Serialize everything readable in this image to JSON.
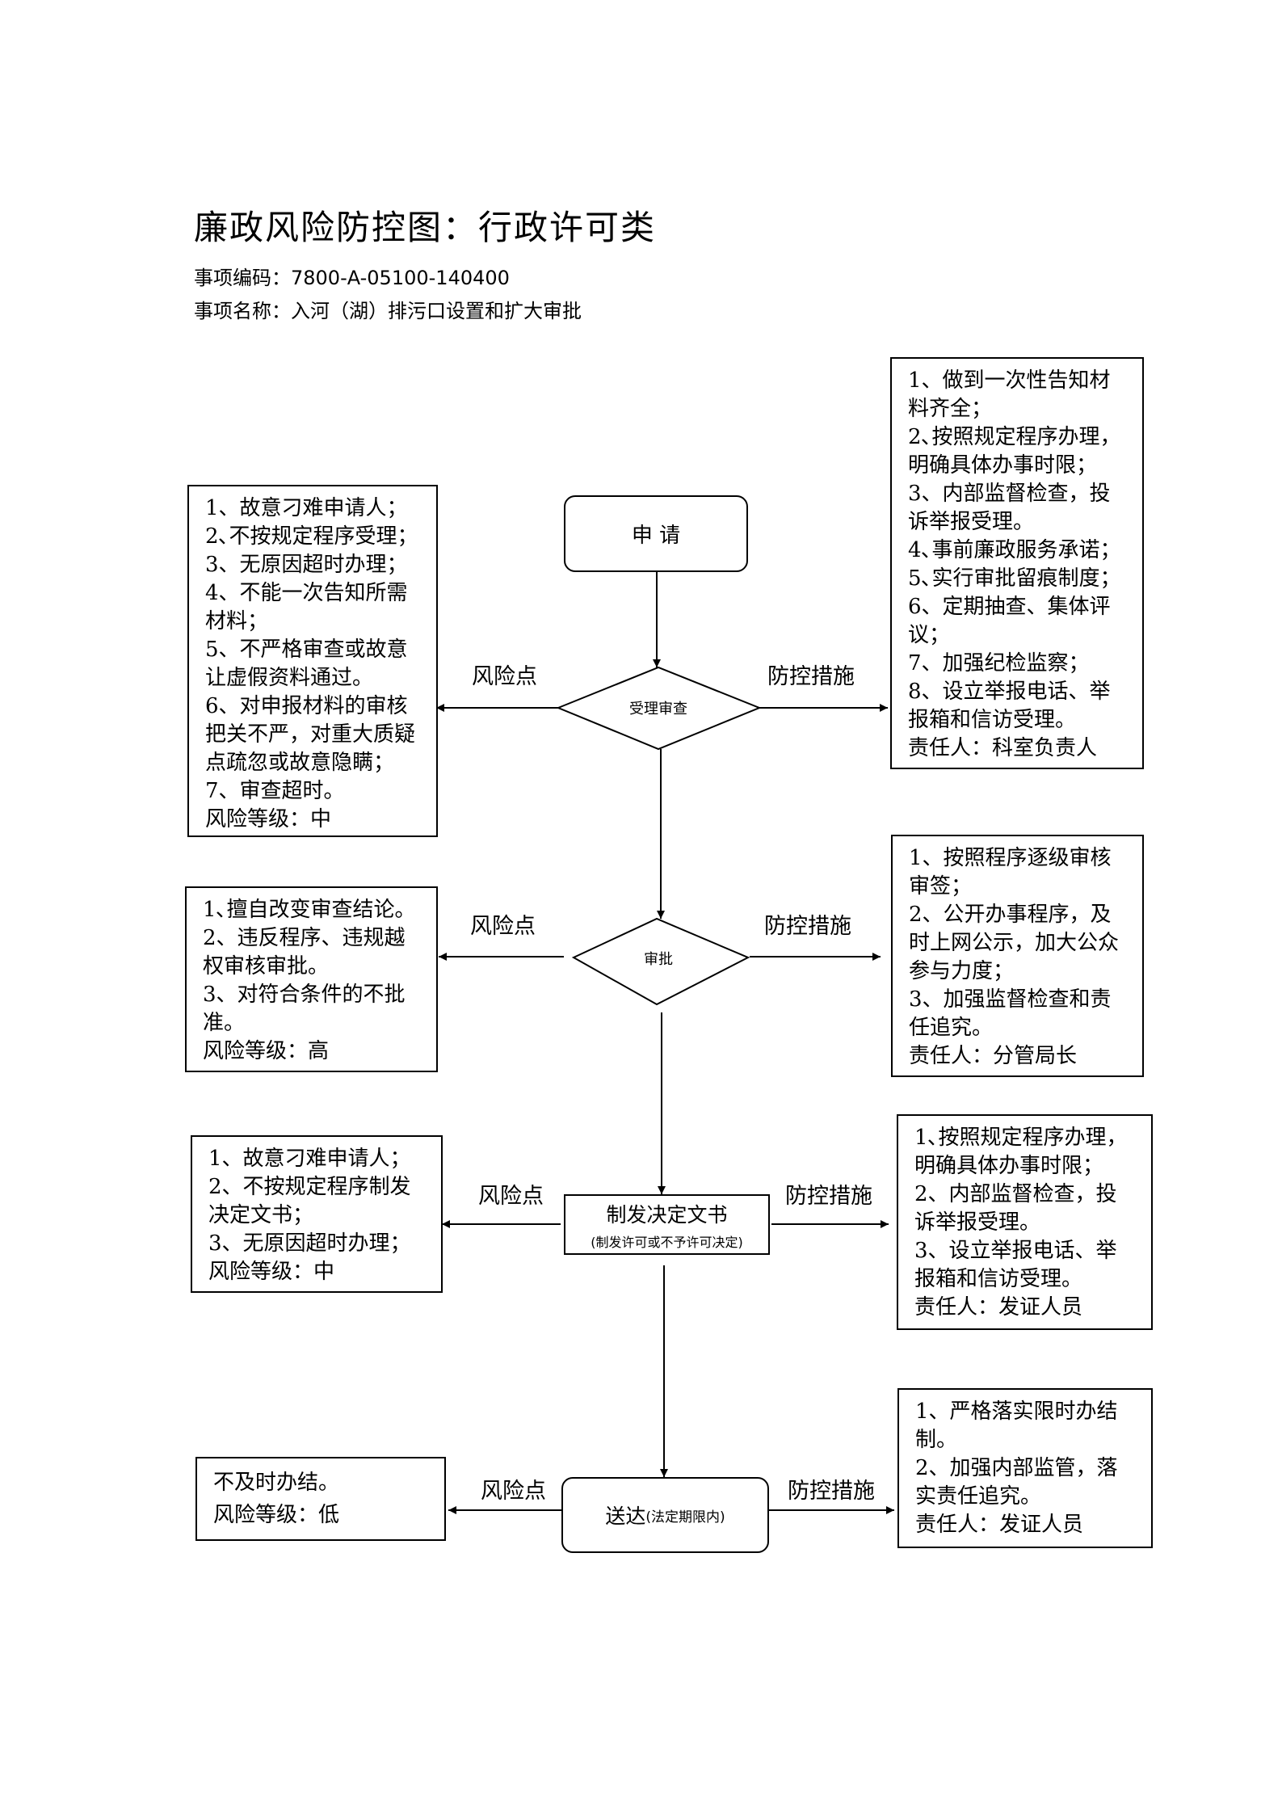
{
  "title": "廉政风险防控图：行政许可类",
  "item_code": "事项编码：7800-A-05100-140400",
  "item_name": "事项名称：入河（湖）排污口设置和扩大审批",
  "arrow_labels": {
    "risk": "风险点",
    "measure": "防控措施"
  },
  "nodes": {
    "apply": "申 请",
    "review": "受理审查",
    "approve": "审批",
    "decision": "制发决定文书",
    "decision_sub": "(制发许可或不予许可决定)",
    "deliver": "送达",
    "deliver_sub": "(法定期限内)"
  },
  "risks": [
    [
      "1、故意刁难申请人；",
      "2､不按规定程序受理；",
      "3、无原因超时办理；",
      "4、不能一次告知所需",
      "材料；",
      "5、不严格审查或故意",
      "让虚假资料通过。",
      "6、对申报材料的审核",
      "把关不严，对重大质疑",
      "点疏忽或故意隐瞒；",
      "7、审查超时。",
      "风险等级：中"
    ],
    [
      "1､擅自改变审查结论。",
      "2、违反程序、违规越",
      "权审核审批。",
      "3、对符合条件的不批",
      "准。",
      "风险等级：高"
    ],
    [
      "1、故意刁难申请人；",
      "2、不按规定程序制发",
      "决定文书；",
      "3、无原因超时办理；",
      "风险等级：中"
    ],
    [
      "不及时办结。",
      "风险等级：低"
    ]
  ],
  "measures": [
    [
      "1、做到一次性告知材",
      "料齐全；",
      "2､按照规定程序办理，",
      "明确具体办事时限；",
      "3、内部监督检查，投",
      "诉举报受理。",
      "4､事前廉政服务承诺；",
      "5､实行审批留痕制度；",
      "6、定期抽查、集体评",
      "议；",
      "7、加强纪检监察；",
      "8、设立举报电话、举",
      "报箱和信访受理。",
      "责任人：科室负责人"
    ],
    [
      "1、按照程序逐级审核",
      "审签；",
      "2、公开办事程序，及",
      "时上网公示，加大公众",
      "参与力度；",
      "3、加强监督检查和责",
      "任追究。",
      "责任人：分管局长"
    ],
    [
      "1､按照规定程序办理，",
      "明确具体办事时限；",
      "2、内部监督检查，投",
      "诉举报受理。",
      "3、设立举报电话、举",
      "报箱和信访受理。",
      "责任人：发证人员"
    ],
    [
      "1、严格落实限时办结",
      "制。",
      "2、加强内部监管，落",
      "实责任追究。",
      "责任人：发证人员"
    ]
  ]
}
